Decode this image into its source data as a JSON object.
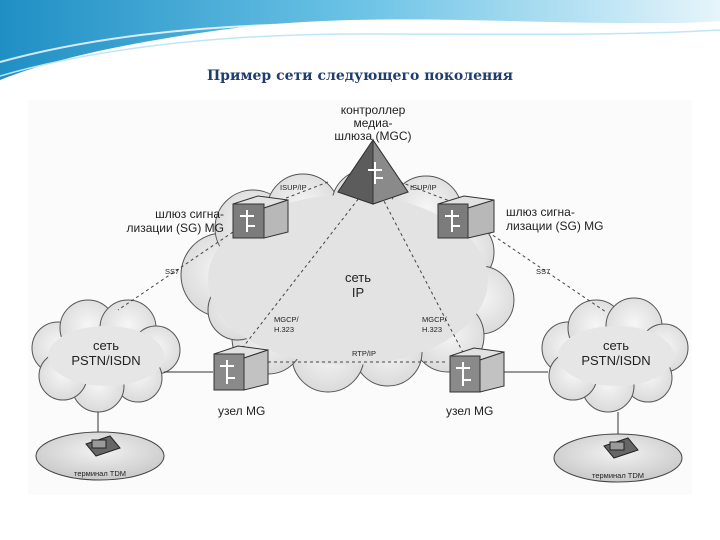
{
  "slide": {
    "title": "Пример сети следующего поколения"
  },
  "diagram": {
    "mgc_label": [
      "контроллер",
      "медиа-",
      "шлюза (MGC)"
    ],
    "core_label": [
      "сеть",
      "IP"
    ],
    "isup_left": "ISUP/IP",
    "isup_right": "ISUP/IP",
    "sg_left": [
      "шлюз сигна-",
      "лизации (SG) MG"
    ],
    "sg_right": [
      "шлюз сигна-",
      "лизации (SG) MG"
    ],
    "ss7_left": "SS7",
    "ss7_right": "SS7",
    "mgcp_left": [
      "MGCP/",
      "H.323"
    ],
    "mgcp_right": [
      "MGCP/",
      "H.323"
    ],
    "rtp": "RTP/IP",
    "pstn_left": [
      "сеть",
      "PSTN/ISDN"
    ],
    "pstn_right": [
      "сеть",
      "PSTN/ISDN"
    ],
    "node_left": "узел MG",
    "node_right": "узел MG",
    "terminal_left": "терминал TDM",
    "terminal_right": "терминал TDM"
  },
  "colors": {
    "title": "#1f3d6e",
    "banner_a": "#2aa2d4",
    "banner_b": "#a8dcef",
    "cloud": "#ececec",
    "outline": "#333333"
  }
}
